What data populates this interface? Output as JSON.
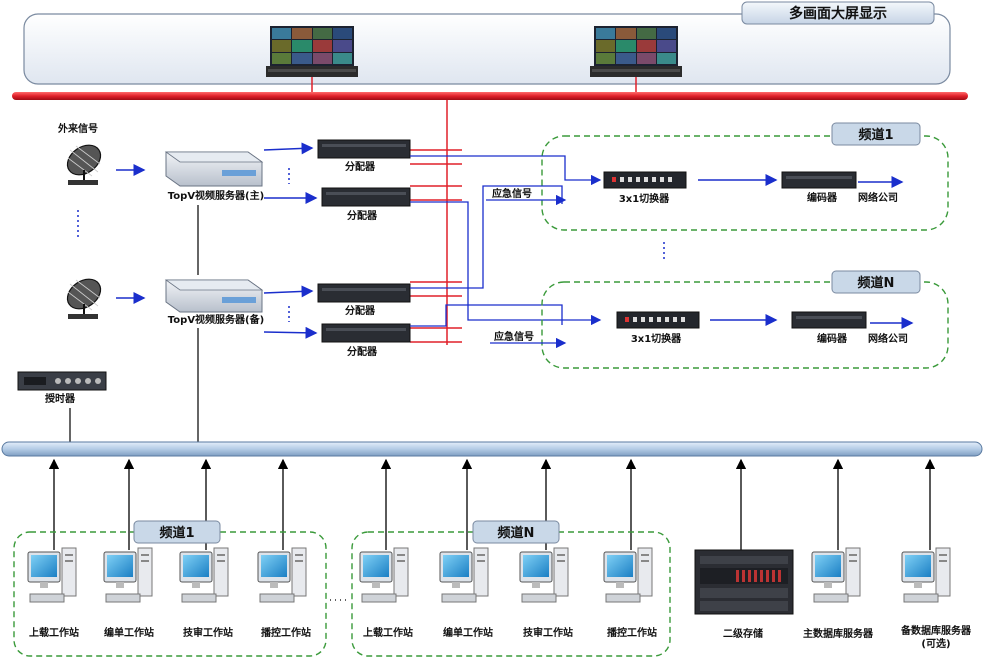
{
  "display": {
    "title": "多画面大屏显示"
  },
  "signals": {
    "external": "外来信号"
  },
  "servers": {
    "main": "TopV视频服务器(主)",
    "backup": "TopV视频服务器(备)"
  },
  "distributor": "分配器",
  "clock": "授时器",
  "channel_1": {
    "title": "频道1",
    "emergency": "应急信号",
    "switcher": "3x1切换器",
    "encoder": "编码器",
    "network": "网络公司"
  },
  "channel_n": {
    "title": "频道N",
    "emergency": "应急信号",
    "switcher": "3x1切换器",
    "encoder": "编码器",
    "network": "网络公司"
  },
  "bottom_group_1": {
    "title": "频道1"
  },
  "bottom_group_n": {
    "title": "频道N"
  },
  "workstations": {
    "ingest": "上载工作站",
    "edit": "编单工作站",
    "review": "技审工作站",
    "playout": "播控工作站"
  },
  "storage": {
    "secondary": "二级存储",
    "main_db": "主数据库服务器",
    "backup_db": "备数据库服务器",
    "optional": "(可选)"
  },
  "colors": {
    "bus_red": "#e0202a",
    "bus_blue": "#b4cce6",
    "arrow": "#1a2ecc",
    "group_green": "#3a9a3a"
  }
}
